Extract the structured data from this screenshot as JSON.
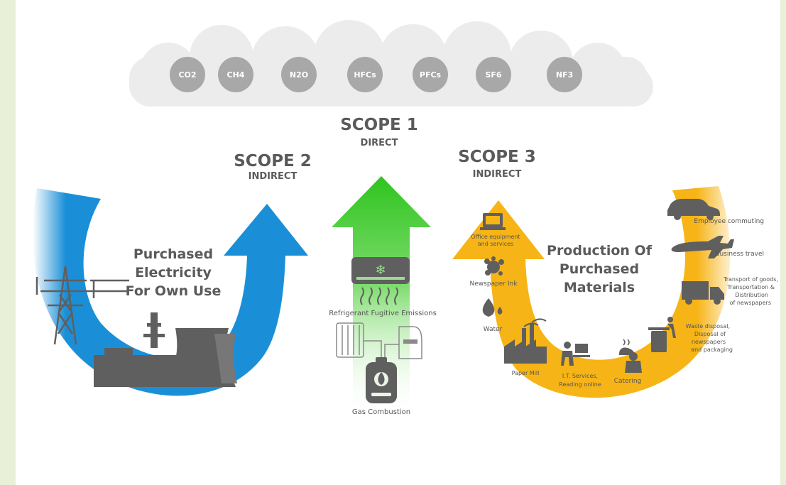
{
  "gases": [
    "CO2",
    "CH4",
    "N2O",
    "HFCs",
    "PFCs",
    "SF6",
    "NF3"
  ],
  "scope1": {
    "title": "SCOPE 1",
    "subtitle": "DIRECT"
  },
  "scope2": {
    "title": "SCOPE 2",
    "subtitle": "INDIRECT"
  },
  "scope3": {
    "title": "SCOPE 3",
    "subtitle": "INDIRECT"
  },
  "scope2_center": {
    "line1": "Purchased",
    "line2": "Electricity",
    "line3": "For Own Use"
  },
  "scope3_center": {
    "line1": "Production Of",
    "line2": "Purchased",
    "line3": "Materials"
  },
  "scope1_items": {
    "refrigerant": "Refrigerant Fugitive Emissions",
    "gas_combustion": "Gas Combustion"
  },
  "scope3_inner": {
    "office_1": "Office equipment",
    "office_2": "and services",
    "ink": "Newspaper Ink",
    "water": "Water",
    "paper_mill": "Paper Mill",
    "it_1": "I.T. Services,",
    "it_2": "Reading online",
    "catering": "Catering"
  },
  "scope3_outer": {
    "commuting": "Employee commuting",
    "travel": "Business travel",
    "transport_1": "Transport of goods,",
    "transport_2": "Transportation &",
    "transport_3": "Distribution",
    "transport_4": "of newspapers",
    "waste_1": "Waste disposal,",
    "waste_2": "Disposal of",
    "waste_3": "newspapers",
    "waste_4": "and packaging"
  },
  "colors": {
    "scope1": "#3ecb2e",
    "scope2": "#1a8fd8",
    "scope3": "#f7b416",
    "icon": "#5f5f5f",
    "cloud": "#ececec",
    "gas_circle": "#a8a8a8",
    "frame": "#e8f0d8"
  }
}
